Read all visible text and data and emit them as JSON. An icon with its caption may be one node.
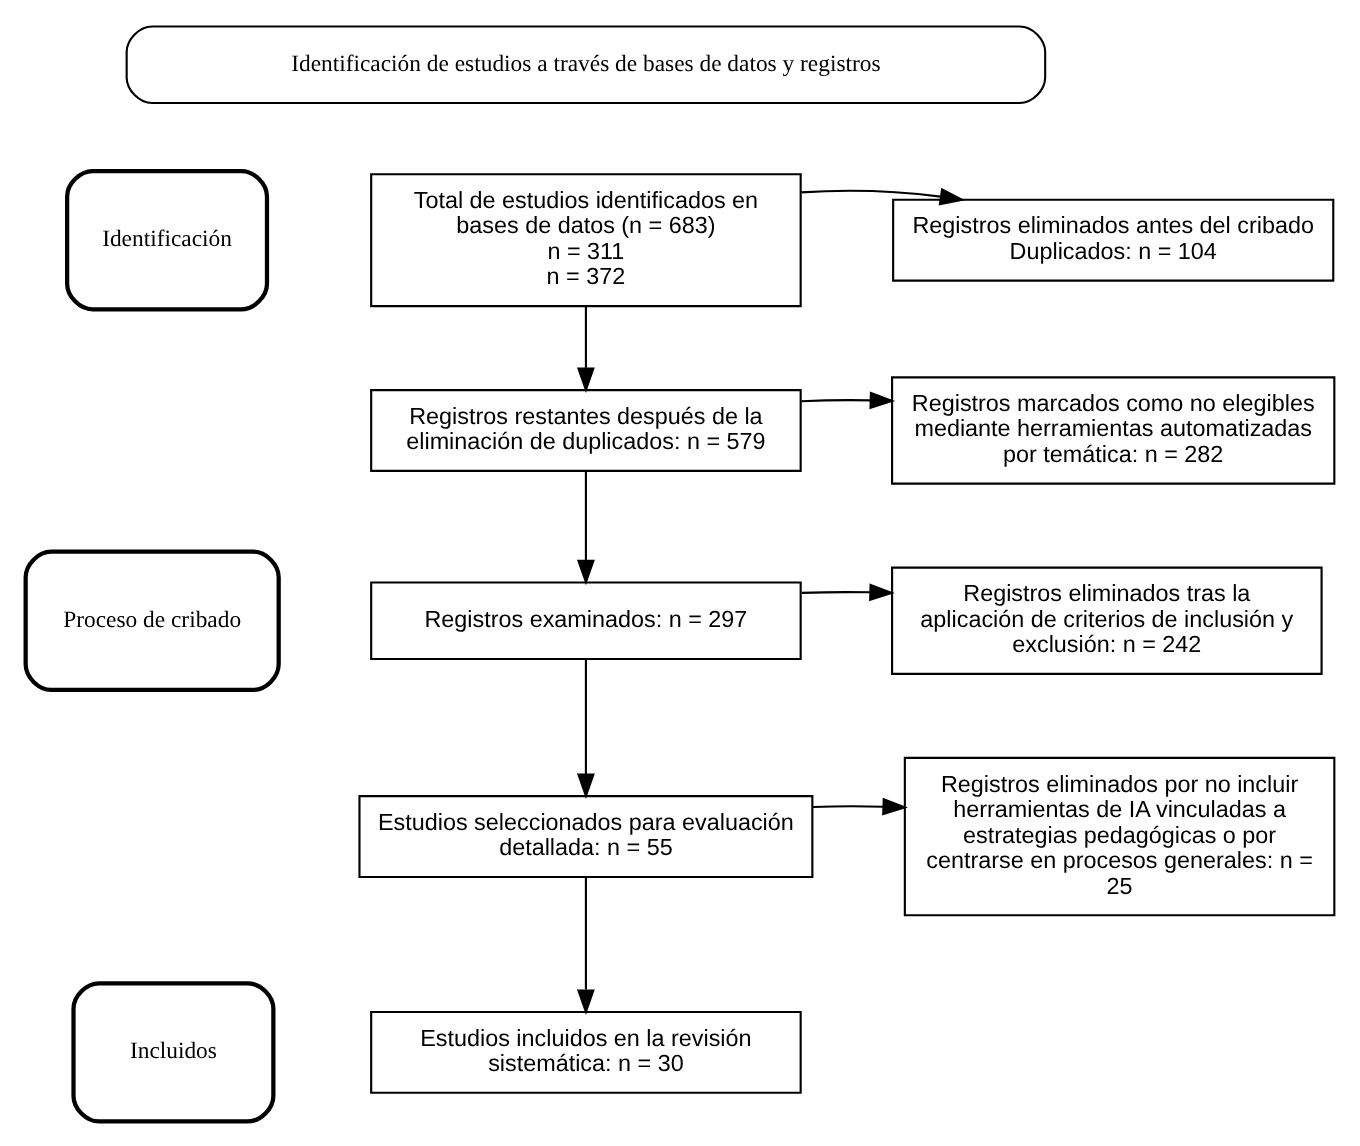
{
  "diagram": {
    "nodes": [
      {
        "text": [
          "Identificación de estudios a través de bases de datos y registros"
        ]
      },
      {
        "text": [
          "Identificación"
        ]
      },
      {
        "text": [
          "Total de estudios identificados en bases de datos (n = 683)",
          "n = 311",
          "n = 372"
        ]
      },
      {
        "text": [
          "Registros eliminados antes del cribado Duplicados: n = 104"
        ]
      },
      {
        "text": [
          "Proceso de cribado"
        ]
      },
      {
        "text": [
          "Registros restantes después de la eliminación de duplicados: n = 579"
        ]
      },
      {
        "text": [
          "Registros marcados como no elegibles mediante herramientas automatizadas por temática: n = 282"
        ]
      },
      {
        "text": [
          "Registros examinados: n = 297"
        ]
      },
      {
        "text": [
          "Registros eliminados tras la aplicación de criterios de inclusión y exclusión: n = 242"
        ]
      },
      {
        "text": [
          "Estudios seleccionados para evaluación detallada: n = 55"
        ]
      },
      {
        "text": [
          "Registros eliminados por no incluir herramientas de IA vinculadas a estrategias pedagógicas o por centrarse en procesos generales: n = 25"
        ]
      },
      {
        "text": [
          "Incluidos"
        ]
      },
      {
        "text": [
          "Estudios incluidos en la revisión sistemática: n = 30"
        ]
      }
    ],
    "edges": [
      {
        "from": 2,
        "to": 3,
        "arrow": "to"
      },
      {
        "from": 2,
        "to": 5,
        "arrow": "to"
      },
      {
        "from": 5,
        "to": 6,
        "arrow": "to"
      },
      {
        "from": 5,
        "to": 7,
        "arrow": "to"
      },
      {
        "from": 7,
        "to": 8,
        "arrow": "to"
      },
      {
        "from": 7,
        "to": 9,
        "arrow": "to"
      },
      {
        "from": 9,
        "to": 10,
        "arrow": "to"
      },
      {
        "from": 9,
        "to": 12,
        "arrow": "to"
      }
    ]
  }
}
